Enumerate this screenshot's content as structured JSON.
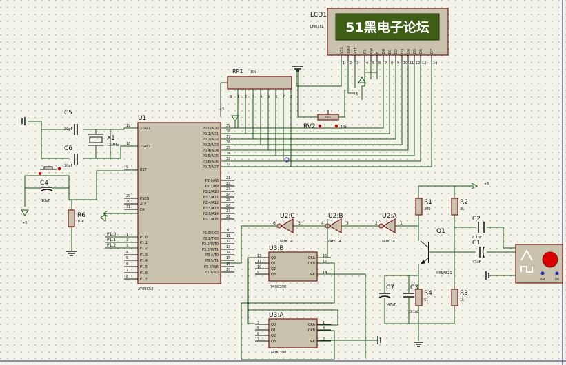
{
  "lcd": {
    "ref": "LCD1",
    "model": "LM016L",
    "text": "51黑电子论坛",
    "pins": [
      "VSS",
      "VDD",
      "VEE",
      "RS",
      "RW",
      "E",
      "D0",
      "D1",
      "D2",
      "D3",
      "D4",
      "D5",
      "D6",
      "D7"
    ],
    "pin_numbers": [
      "1",
      "2",
      "3",
      "4",
      "5",
      "6",
      "7",
      "8",
      "9",
      "10",
      "11",
      "12",
      "13",
      "14"
    ]
  },
  "rp1": {
    "ref": "RP1",
    "value": "10k",
    "pin_numbers": [
      "1",
      "2",
      "3",
      "4",
      "5",
      "6",
      "7",
      "8",
      "9"
    ]
  },
  "rv2": {
    "ref": "RV2",
    "value": "10k",
    "tag": "RES"
  },
  "c5": {
    "ref": "C5",
    "value": "30pF"
  },
  "c6": {
    "ref": "C6",
    "value": "30pF"
  },
  "x1": {
    "ref": "X1",
    "value": "12MHz"
  },
  "c4": {
    "ref": "C4",
    "value": "10uF"
  },
  "r6": {
    "ref": "R6",
    "value": "10k"
  },
  "mcu": {
    "ref": "U1",
    "model": "AT89C52",
    "left_pins": [
      {
        "num": "19",
        "name": "XTAL1"
      },
      {
        "num": "18",
        "name": "XTAL2"
      },
      {
        "num": "9",
        "name": "RST"
      },
      {
        "num": "29",
        "name": "PSEN"
      },
      {
        "num": "30",
        "name": "ALE"
      },
      {
        "num": "31",
        "name": "EA"
      },
      {
        "num": "1",
        "name": "P1.0"
      },
      {
        "num": "2",
        "name": "P1.1"
      },
      {
        "num": "3",
        "name": "P1.2"
      },
      {
        "num": "4",
        "name": "P1.3"
      },
      {
        "num": "5",
        "name": "P1.4"
      },
      {
        "num": "6",
        "name": "P1.5"
      },
      {
        "num": "7",
        "name": "P1.6"
      },
      {
        "num": "8",
        "name": "P1.7"
      }
    ],
    "right_pins": [
      {
        "num": "39",
        "name": "P0.0/AD0"
      },
      {
        "num": "38",
        "name": "P0.1/AD1"
      },
      {
        "num": "37",
        "name": "P0.2/AD2"
      },
      {
        "num": "36",
        "name": "P0.3/AD3"
      },
      {
        "num": "35",
        "name": "P0.4/AD4"
      },
      {
        "num": "34",
        "name": "P0.5/AD5"
      },
      {
        "num": "33",
        "name": "P0.6/AD6"
      },
      {
        "num": "32",
        "name": "P0.7/AD7"
      },
      {
        "num": "21",
        "name": "P2.0/A8"
      },
      {
        "num": "22",
        "name": "P2.1/A9"
      },
      {
        "num": "23",
        "name": "P2.2/A10"
      },
      {
        "num": "24",
        "name": "P2.3/A11"
      },
      {
        "num": "25",
        "name": "P2.4/A12"
      },
      {
        "num": "26",
        "name": "P2.5/A13"
      },
      {
        "num": "27",
        "name": "P2.6/A14"
      },
      {
        "num": "28",
        "name": "P2.7/A15"
      },
      {
        "num": "10",
        "name": "P3.0/RXD"
      },
      {
        "num": "11",
        "name": "P3.1/TXD"
      },
      {
        "num": "12",
        "name": "P3.2/INT0"
      },
      {
        "num": "13",
        "name": "P3.3/INT1"
      },
      {
        "num": "14",
        "name": "P3.4/T0"
      },
      {
        "num": "15",
        "name": "P3.5/T1"
      },
      {
        "num": "16",
        "name": "P3.6/WR"
      },
      {
        "num": "17",
        "name": "P3.7/RD"
      }
    ]
  },
  "net_labels": {
    "p10": "P1.0",
    "p11": "P1.1",
    "p12": "P1.2",
    "plus5_a": "+5",
    "plus5_b": "+5",
    "plus5_c": "+5",
    "plus5_d": "+5"
  },
  "u2c": {
    "ref": "U2:C",
    "model": "74HC14",
    "in": "5",
    "out": "6"
  },
  "u2b": {
    "ref": "U2:B",
    "model": "74HC14",
    "in": "3",
    "out": "4"
  },
  "u2a": {
    "ref": "U2:A",
    "model": "74HC14",
    "in": "1",
    "out": "2"
  },
  "u3b": {
    "ref": "U3:B",
    "model": "74HC390",
    "pins_left": [
      {
        "num": "13",
        "name": "Q0"
      },
      {
        "num": "11",
        "name": "Q1"
      },
      {
        "num": "10",
        "name": "Q2"
      },
      {
        "num": "9",
        "name": "Q3"
      }
    ],
    "pins_right": [
      {
        "num": "15",
        "name": "CKA"
      },
      {
        "num": "12",
        "name": "CKB"
      },
      {
        "num": "14",
        "name": "MR"
      }
    ]
  },
  "u3a": {
    "ref": "U3:A",
    "model": "74HC390",
    "pins_left": [
      {
        "num": "3",
        "name": "Q0"
      },
      {
        "num": "5",
        "name": "Q1"
      },
      {
        "num": "6",
        "name": "Q2"
      },
      {
        "num": "7",
        "name": "Q3"
      }
    ],
    "pins_right": [
      {
        "num": "1",
        "name": "CKA"
      },
      {
        "num": "4",
        "name": "CKB"
      },
      {
        "num": "2",
        "name": "MR"
      }
    ]
  },
  "r1": {
    "ref": "R1",
    "value": "300"
  },
  "r2": {
    "ref": "R2",
    "value": "3k"
  },
  "r3": {
    "ref": "R3",
    "value": "1k"
  },
  "r4": {
    "ref": "R4",
    "value": "51"
  },
  "c1": {
    "ref": "C1",
    "value": "47uF"
  },
  "c2": {
    "ref": "C2",
    "value": "0.1uF"
  },
  "c3": {
    "ref": "C3",
    "value": "0.1uF"
  },
  "c7": {
    "ref": "C7",
    "value": "47uF"
  },
  "q1": {
    "ref": "Q1",
    "model": "MPSA621"
  },
  "siggen": {
    "ch1": "AM",
    "ch2": "FM"
  },
  "colors": {
    "bg": "#f3f3ea",
    "wire": "#1a5a1a",
    "body": "#c9c2ad",
    "outline": "#7a1a1a",
    "lcd_screen": "#3f5e15",
    "lcd_text": "#ffffff",
    "terminal": "#cc0000"
  }
}
